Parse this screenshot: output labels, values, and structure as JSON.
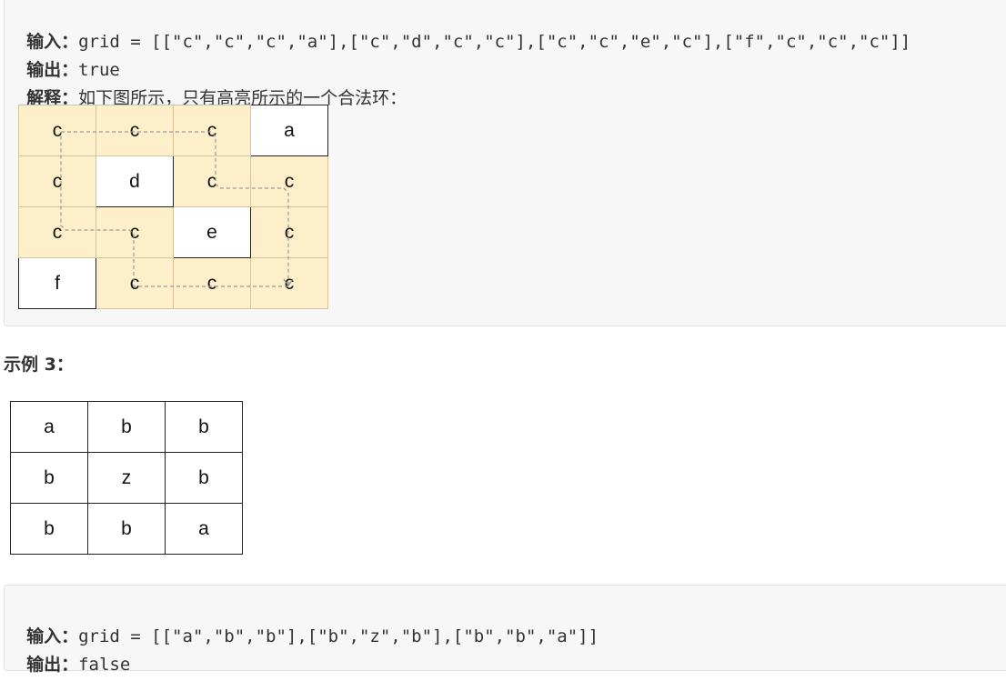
{
  "example2": {
    "input_label": "输入：",
    "input_code": "grid = [[\"c\",\"c\",\"c\",\"a\"],[\"c\",\"d\",\"c\",\"c\"],[\"c\",\"c\",\"e\",\"c\"],[\"f\",\"c\",\"c\",\"c\"]]",
    "output_label": "输出：",
    "output_code": "true",
    "explain_label": "解释：",
    "explain_text": "如下图所示，只有高亮所示的一个合法环：",
    "grid": [
      [
        "c",
        "c",
        "c",
        "a"
      ],
      [
        "c",
        "d",
        "c",
        "c"
      ],
      [
        "c",
        "c",
        "e",
        "c"
      ],
      [
        "f",
        "c",
        "c",
        "c"
      ]
    ],
    "highlight": [
      [
        true,
        true,
        true,
        false
      ],
      [
        true,
        false,
        true,
        true
      ],
      [
        true,
        true,
        false,
        true
      ],
      [
        false,
        true,
        true,
        true
      ]
    ],
    "colors": {
      "highlight": "#fdefc9",
      "path": "#999999"
    }
  },
  "example3": {
    "heading": "示例 3：",
    "grid": [
      [
        "a",
        "b",
        "b"
      ],
      [
        "b",
        "z",
        "b"
      ],
      [
        "b",
        "b",
        "a"
      ]
    ],
    "input_label": "输入：",
    "input_code": "grid = [[\"a\",\"b\",\"b\"],[\"b\",\"z\",\"b\"],[\"b\",\"b\",\"a\"]]",
    "output_label": "输出：",
    "output_code": "false"
  }
}
